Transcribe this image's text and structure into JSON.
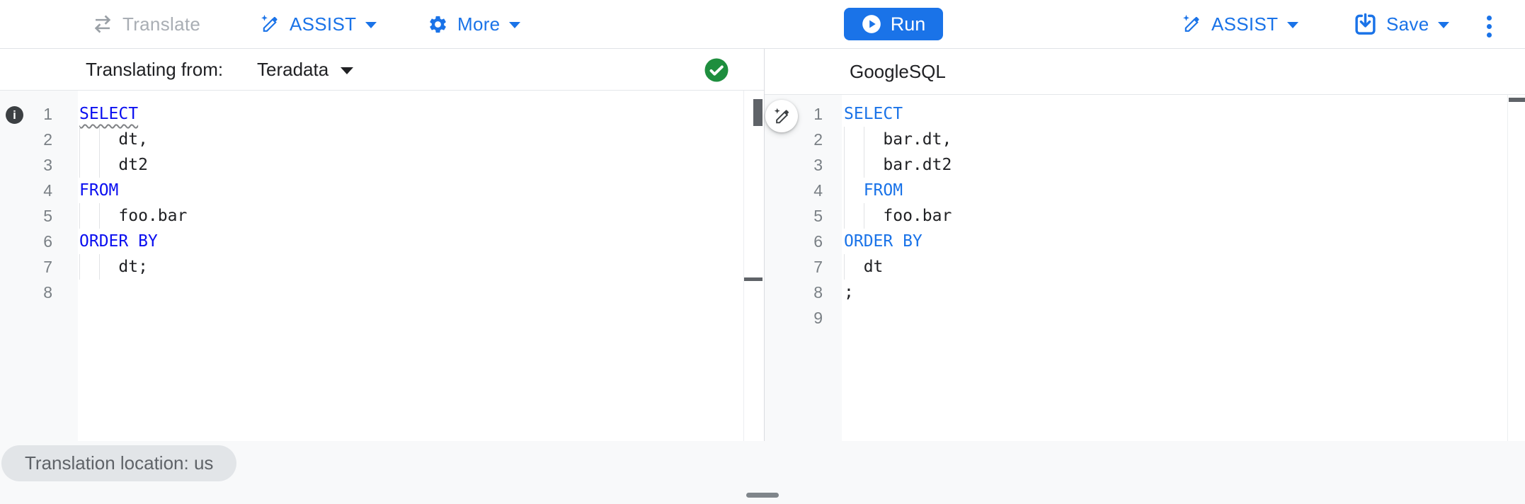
{
  "toolbar_left": {
    "translate_label": "Translate",
    "assist_label": "ASSIST",
    "more_label": "More"
  },
  "toolbar_right": {
    "run_label": "Run",
    "assist_label": "ASSIST",
    "save_label": "Save"
  },
  "left_panel": {
    "translating_from_label": "Translating from:",
    "source_dialect": "Teradata",
    "status": "valid"
  },
  "right_panel": {
    "dialect_label": "GoogleSQL"
  },
  "footer": {
    "location_chip": "Translation location: us"
  },
  "icons": {
    "translate": "swap-arrows-icon",
    "assist": "pencil-sparkle-icon",
    "more": "gear-icon",
    "run": "play-circle-icon",
    "save": "save-box-icon",
    "overflow": "three-dot-vertical-icon",
    "source_status": "check-circle-icon",
    "line_marker": "info-circle-icon",
    "floating_assist": "pencil-sparkle-icon"
  },
  "colors": {
    "accent_blue": "#1a73e8",
    "keyword_blue_left": "#0b0ff0",
    "keyword_blue_right": "#1a73e8",
    "text_dark": "#202124",
    "success_green": "#1e8e3e",
    "muted_gray": "#5f6368"
  },
  "left_editor": {
    "lines": [
      {
        "num": 1,
        "guides": [],
        "tokens": [
          {
            "text": "SELECT",
            "type": "keyword",
            "squiggle": true
          }
        ]
      },
      {
        "num": 2,
        "guides": [
          0,
          2
        ],
        "tokens": [
          {
            "text": "    dt,",
            "type": "plain"
          }
        ]
      },
      {
        "num": 3,
        "guides": [
          0,
          2
        ],
        "tokens": [
          {
            "text": "    dt2",
            "type": "plain"
          }
        ]
      },
      {
        "num": 4,
        "guides": [],
        "tokens": [
          {
            "text": "FROM",
            "type": "keyword"
          }
        ]
      },
      {
        "num": 5,
        "guides": [
          0,
          2
        ],
        "tokens": [
          {
            "text": "    foo.bar",
            "type": "plain"
          }
        ]
      },
      {
        "num": 6,
        "guides": [],
        "tokens": [
          {
            "text": "ORDER BY",
            "type": "keyword"
          }
        ]
      },
      {
        "num": 7,
        "guides": [
          0,
          2
        ],
        "tokens": [
          {
            "text": "    dt;",
            "type": "plain"
          }
        ]
      },
      {
        "num": 8,
        "guides": [],
        "tokens": []
      }
    ]
  },
  "right_editor": {
    "lines": [
      {
        "num": 1,
        "guides": [],
        "tokens": [
          {
            "text": "SELECT",
            "type": "keyword"
          }
        ]
      },
      {
        "num": 2,
        "guides": [
          0,
          2
        ],
        "tokens": [
          {
            "text": "    bar.dt,",
            "type": "plain"
          }
        ]
      },
      {
        "num": 3,
        "guides": [
          0,
          2
        ],
        "tokens": [
          {
            "text": "    bar.dt2",
            "type": "plain"
          }
        ]
      },
      {
        "num": 4,
        "guides": [
          0
        ],
        "tokens": [
          {
            "text": "  ",
            "type": "plain"
          },
          {
            "text": "FROM",
            "type": "keyword"
          }
        ]
      },
      {
        "num": 5,
        "guides": [
          0,
          2
        ],
        "tokens": [
          {
            "text": "    foo.bar",
            "type": "plain"
          }
        ]
      },
      {
        "num": 6,
        "guides": [],
        "tokens": [
          {
            "text": "ORDER BY",
            "type": "keyword"
          }
        ]
      },
      {
        "num": 7,
        "guides": [
          0
        ],
        "tokens": [
          {
            "text": "  dt",
            "type": "plain"
          }
        ]
      },
      {
        "num": 8,
        "guides": [],
        "tokens": [
          {
            "text": ";",
            "type": "plain"
          }
        ]
      },
      {
        "num": 9,
        "guides": [],
        "tokens": []
      }
    ]
  }
}
